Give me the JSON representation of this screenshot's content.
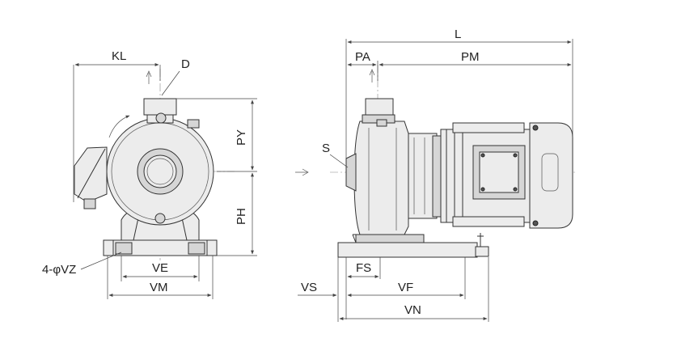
{
  "labels": {
    "kl": "KL",
    "d": "D",
    "py": "PY",
    "ph": "PH",
    "vz": "4-φVZ",
    "ve": "VE",
    "vm": "VM",
    "l": "L",
    "pa": "PA",
    "pm": "PM",
    "s": "S",
    "fs": "FS",
    "vs": "VS",
    "vf": "VF",
    "vn": "VN"
  }
}
